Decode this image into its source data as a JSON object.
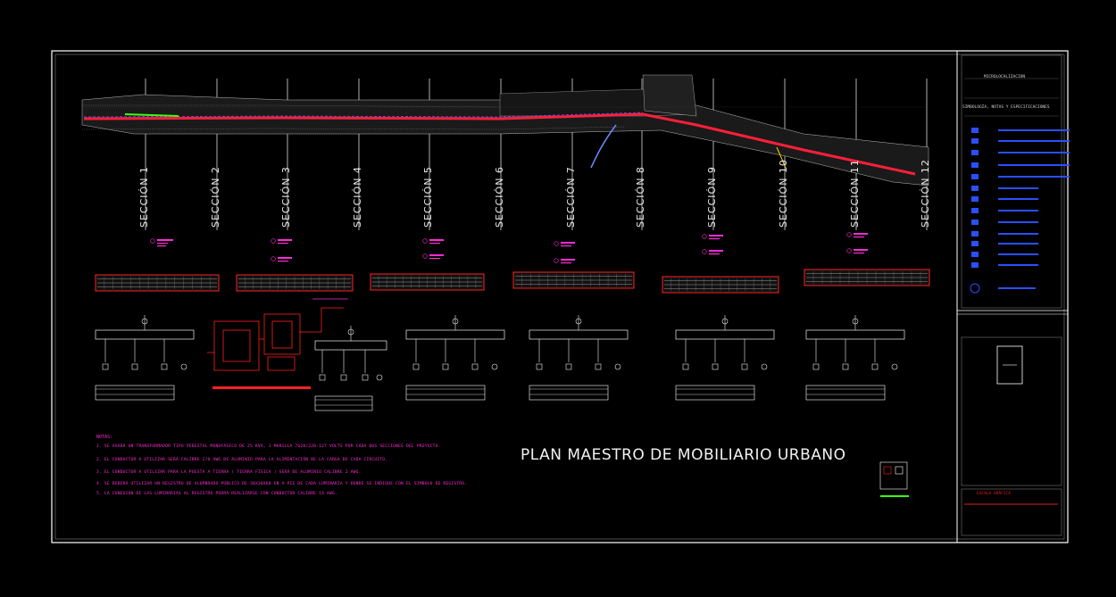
{
  "drawing": {
    "title": "PLAN MAESTRO DE MOBILIARIO URBANO",
    "sections": [
      "SECCIÓN 1",
      "SECCIÓN 2",
      "SECCIÓN 3",
      "SECCIÓN 4",
      "SECCIÓN 5",
      "SECCIÓN 6",
      "SECCIÓN 7",
      "SECCIÓN 8",
      "SECCIÓN 9",
      "SECCIÓN 10",
      "SECCIÓN 11",
      "SECCIÓN 12"
    ],
    "notes_title": "NOTAS:",
    "notes": [
      "1. SE USARÁ UN TRANSFORMADOR TIPO PEDESTAL MONOFÁSICO DE 25 KVA, 1 MARILLA 7620/220-127 VOLTS POR CADA DOS SECCIONES DEL PROYECTO.",
      "2. EL CONDUCTOR A UTILIZAR SERÁ CALIBRE 2/0 AWG DE ALUMINIO PARA LA ALIMENTACIÓN DE LA CARGA DE CADA CIRCUITO.",
      "3. EL CONDUCTOR A UTILIZAR PARA LA PUESTA A TIERRA ( TIERRA FISICA ) SERÁ DE ALUMINIO CALIBRE 2 AWG.",
      "4. SE DEBERÁ UTILIZAR UN REGISTRO DE ALUMBRADO PÚBLICO DE 30X30X60 EN A PIE DE CADA LUMINARIA Y DONDE SE INDIQUE CON EL SIMBOLO DE REGISTRO.",
      "5. LA CONEXIÓN DE LAS LUMINARIAS AL REGISTRO PODRÁ REALIZARSE CON CONDUCTOR CALIBRE 14 AWG."
    ]
  },
  "title_block": {
    "header": "MICROLOCALIZACION",
    "legend_title": "SIMBOLOGÍA, NOTAS Y ESPECIFICACIONES",
    "scale_label": "ESCALA GRÁFICA"
  },
  "colors": {
    "background": "#000000",
    "frame": "#ffffff",
    "route": "#ff1f3a",
    "notes": "#ff2bd6",
    "legend_blue": "#2a4fff",
    "title_block_text": "#e02020"
  }
}
